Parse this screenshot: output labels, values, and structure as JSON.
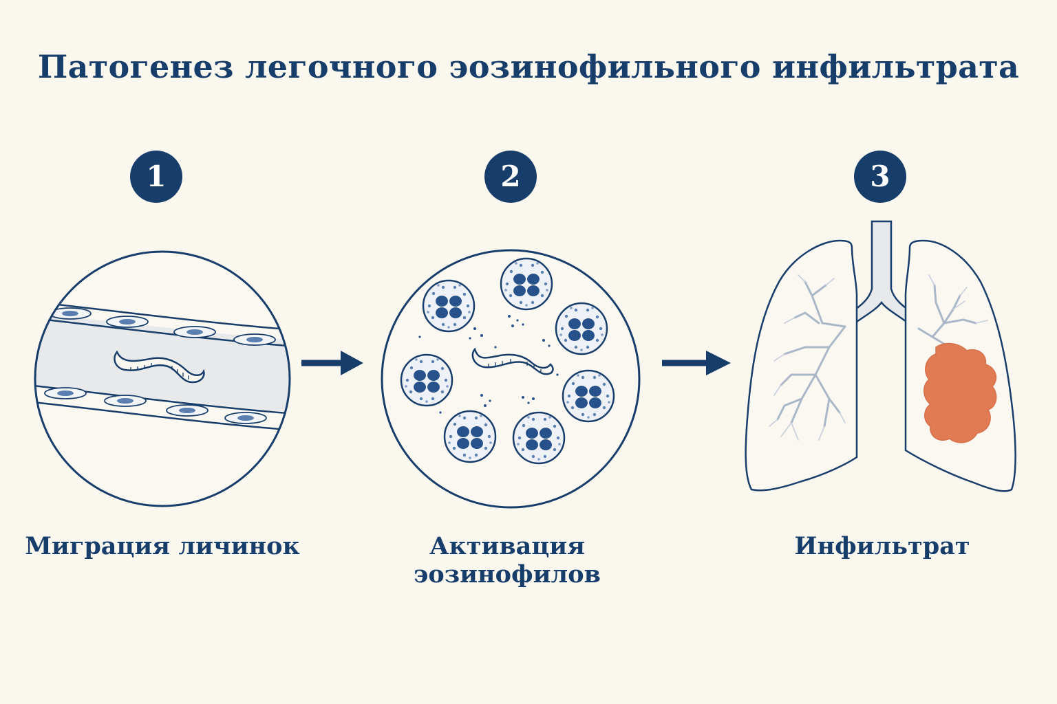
{
  "title": "Патогенез легочного эозинофильного инфильтрата",
  "steps": [
    {
      "number": "1",
      "caption": "Миграция личинок"
    },
    {
      "number": "2",
      "caption": "Активация эозинофилов"
    },
    {
      "number": "3",
      "caption": "Инфильтрат"
    }
  ],
  "colors": {
    "background": "#faf7ef",
    "primary": "#173d6b",
    "vessel": "#e8e9eb",
    "cell_nucleus": "#5a7fb0",
    "eosinophil_nucleus": "#27518a",
    "bronchi": "#aab7c8",
    "infiltrate": "#e07b53"
  }
}
